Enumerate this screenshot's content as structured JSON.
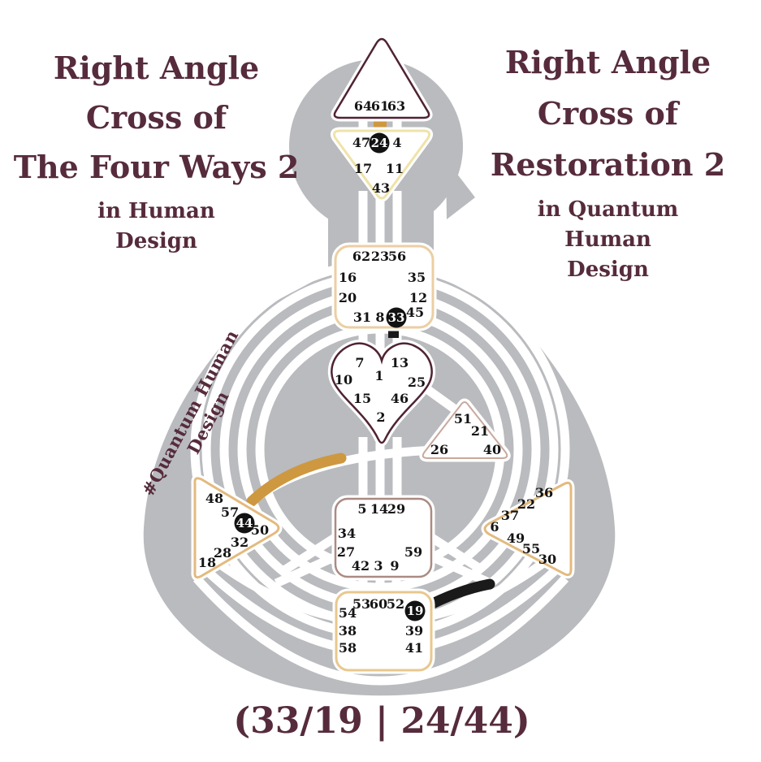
{
  "left_title": {
    "lines": [
      "Right Angle",
      "Cross of",
      "The Four Ways 2"
    ],
    "subtitle_lines": [
      "in Human",
      "Design"
    ]
  },
  "right_title": {
    "lines": [
      "Right Angle",
      "Cross of",
      "Restoration 2"
    ],
    "subtitle_lines": [
      "in Quantum",
      "Human",
      "Design"
    ]
  },
  "watermark": "#Quantum Human Design",
  "cross_notation": "(33/19 | 24/44)",
  "colors": {
    "title_text": "#562b3c",
    "silhouette_gray": "#b9bbbe",
    "channel_white": "#ffffff",
    "design_gold": "#ce9840",
    "personality_black": "#1a1a1a",
    "head_border": "#4f2333",
    "ajna_border": "#efe3a9",
    "throat_border": "#ebcfa3",
    "g_center_border": "#4f2333",
    "will_border": "#c9a99c",
    "spleen_border": "#e3ba7e",
    "sacral_border": "#aa8b82",
    "solar_plexus_border": "#e3ba7e",
    "root_border": "#e8c88e"
  },
  "bodygraph": {
    "centers": {
      "head": {
        "gates": [
          "64",
          "61",
          "63"
        ]
      },
      "ajna": {
        "gates": [
          "47",
          "24",
          "4",
          "17",
          "11",
          "43"
        ]
      },
      "throat": {
        "gates": [
          "62",
          "23",
          "56",
          "16",
          "35",
          "20",
          "12",
          "31",
          "8",
          "33",
          "45"
        ]
      },
      "g_center": {
        "gates": [
          "7",
          "13",
          "1",
          "10",
          "25",
          "15",
          "46",
          "2"
        ]
      },
      "will": {
        "gates": [
          "51",
          "21",
          "26",
          "40"
        ]
      },
      "spleen": {
        "gates": [
          "48",
          "57",
          "44",
          "50",
          "32",
          "28",
          "18"
        ]
      },
      "sacral": {
        "gates": [
          "5",
          "14",
          "29",
          "34",
          "27",
          "59",
          "42",
          "3",
          "9"
        ]
      },
      "solar_plexus": {
        "gates": [
          "36",
          "22",
          "37",
          "6",
          "49",
          "55",
          "30"
        ]
      },
      "root": {
        "gates": [
          "53",
          "60",
          "52",
          "19",
          "54",
          "38",
          "39",
          "58",
          "41"
        ]
      }
    },
    "highlighted_gates": [
      "24",
      "33",
      "44",
      "19"
    ]
  }
}
